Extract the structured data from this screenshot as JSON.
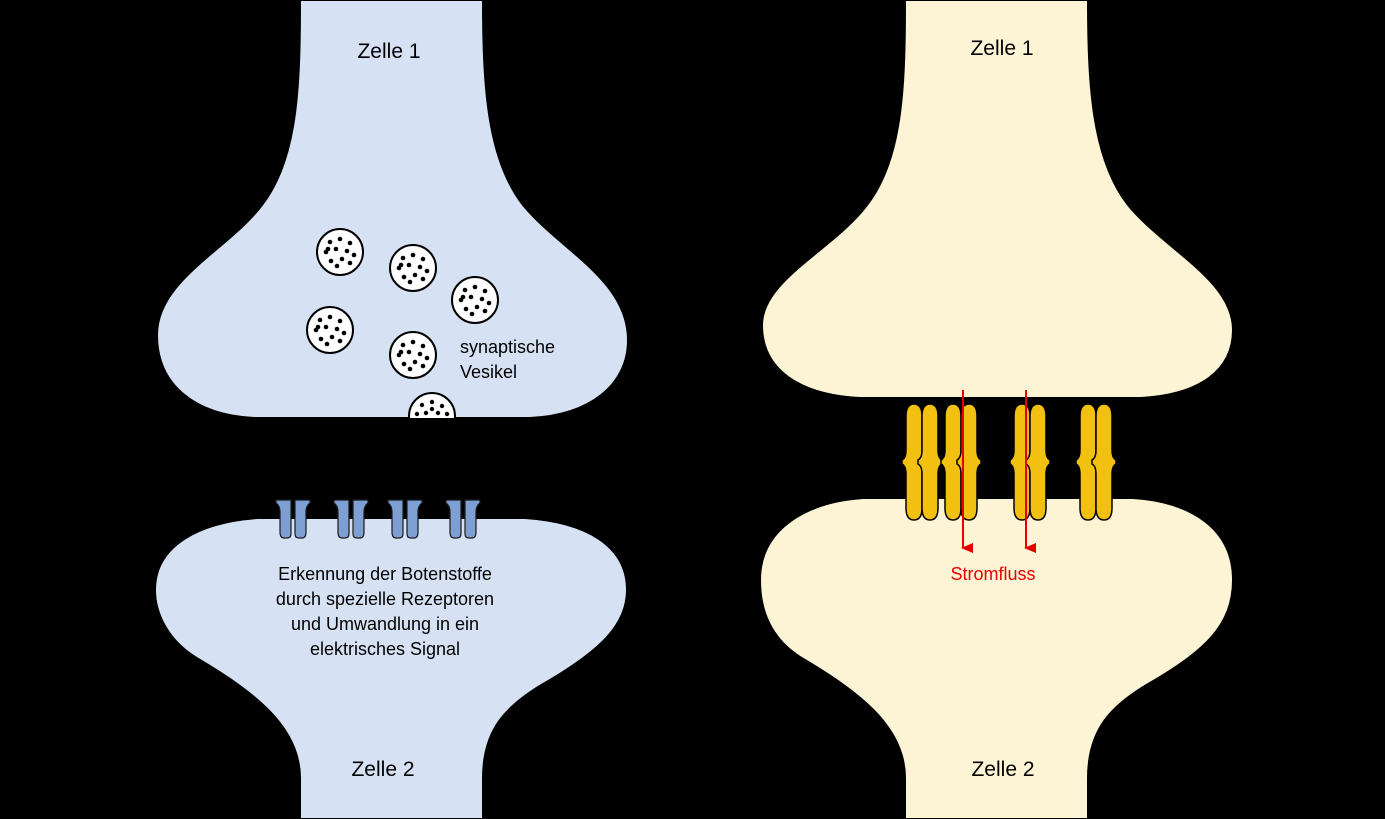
{
  "chemical_synapse": {
    "presynaptic_label": "Zelle 1",
    "postsynaptic_label": "Zelle 2",
    "vesicle_label_line1": "synaptische",
    "vesicle_label_line2": "Vesikel",
    "receptor_text": [
      "Erkennung der Botenstoffe",
      "durch spezielle Rezeptoren",
      "und Umwandlung in ein",
      "elektrisches Signal"
    ],
    "fill_color": "#d6e2f4",
    "receptor_color": "#7e9fd4"
  },
  "electrical_synapse": {
    "presynaptic_label": "Zelle 1",
    "postsynaptic_label": "Zelle 2",
    "current_label": "Stromfluss",
    "fill_color": "#fdf4d6",
    "channel_color": "#f2c010",
    "arrow_color": "#e60000"
  }
}
